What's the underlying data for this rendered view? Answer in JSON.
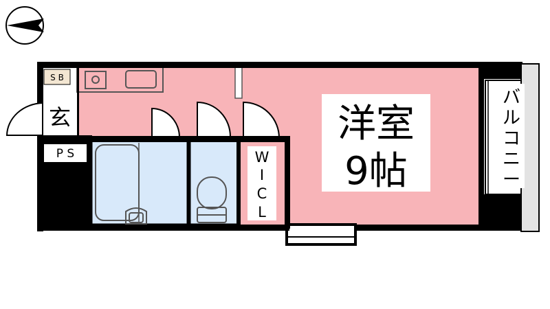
{
  "labels": {
    "main_room_line1": "洋室",
    "main_room_line2": "9帖",
    "entrance": "玄",
    "shoe_box": "S B",
    "pipe_space": "P S",
    "closet_chars": [
      "W",
      "I",
      "C",
      "L"
    ],
    "balcony_chars": [
      "バ",
      "ル",
      "コ",
      "ニ",
      "ー"
    ]
  },
  "colors": {
    "room_pink": "#F8B4B8",
    "bath_blue": "#D8E9FA",
    "wall": "#000000",
    "balcony_gray": "#E3E3E3",
    "shoebox_beige": "#F3E6D2",
    "fixture_line": "#555555"
  }
}
